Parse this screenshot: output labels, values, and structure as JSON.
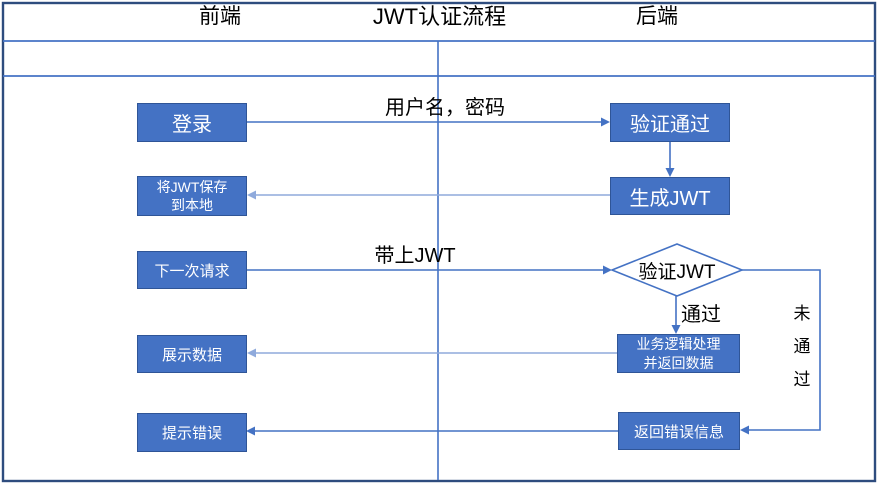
{
  "title": "JWT认证流程",
  "lanes": {
    "left": "前端",
    "right": "后端"
  },
  "nodes": {
    "login": "登录",
    "verify_pass": "验证通过",
    "save_jwt": "将JWT保存\n到本地",
    "gen_jwt": "生成JWT",
    "next_request": "下一次请求",
    "verify_jwt": "验证JWT",
    "biz_logic": "业务逻辑处理\n并返回数据",
    "show_data": "展示数据",
    "return_error": "返回错误信息",
    "error_prompt": "提示错误"
  },
  "edge_labels": {
    "credentials": "用户名，密码",
    "with_jwt": "带上JWT",
    "pass": "通过",
    "fail": "未通过"
  },
  "colors": {
    "node_fill": "#4472C4",
    "node_border": "#2F5597",
    "connector": "#4472C4",
    "connector_light": "#8FAADC",
    "grid_outer": "#2E4C7E",
    "grid_inner": "#4472C4",
    "node_text": "#FFFFFF",
    "label_text": "#000000",
    "background": "#FFFFFF"
  }
}
